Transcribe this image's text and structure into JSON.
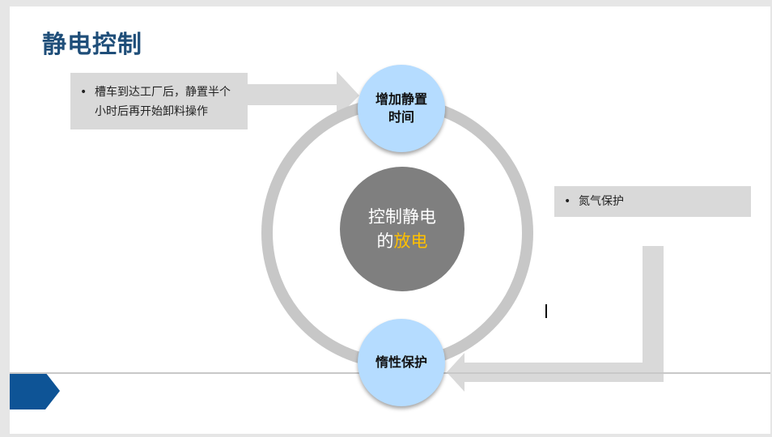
{
  "slide": {
    "title": "静电控制",
    "center": {
      "line1": "控制静电",
      "line2_prefix": "的",
      "line2_highlight": "放电"
    },
    "nodes": {
      "top": "增加静置时间",
      "bottom": "惰性保护"
    },
    "notes": {
      "note1": "槽车到达工厂后，静置半个小时后再开始卸料操作",
      "note2": "氮气保护"
    },
    "bullet_char": "•",
    "colors": {
      "title": "#1f4e79",
      "node_fill": "#b5dcff",
      "center_fill": "#7f7f7f",
      "highlight": "#ffc000",
      "ring": "#c7c7c7",
      "gray_shape": "#d9d9d9",
      "accent_chevron": "#0e5496"
    }
  }
}
